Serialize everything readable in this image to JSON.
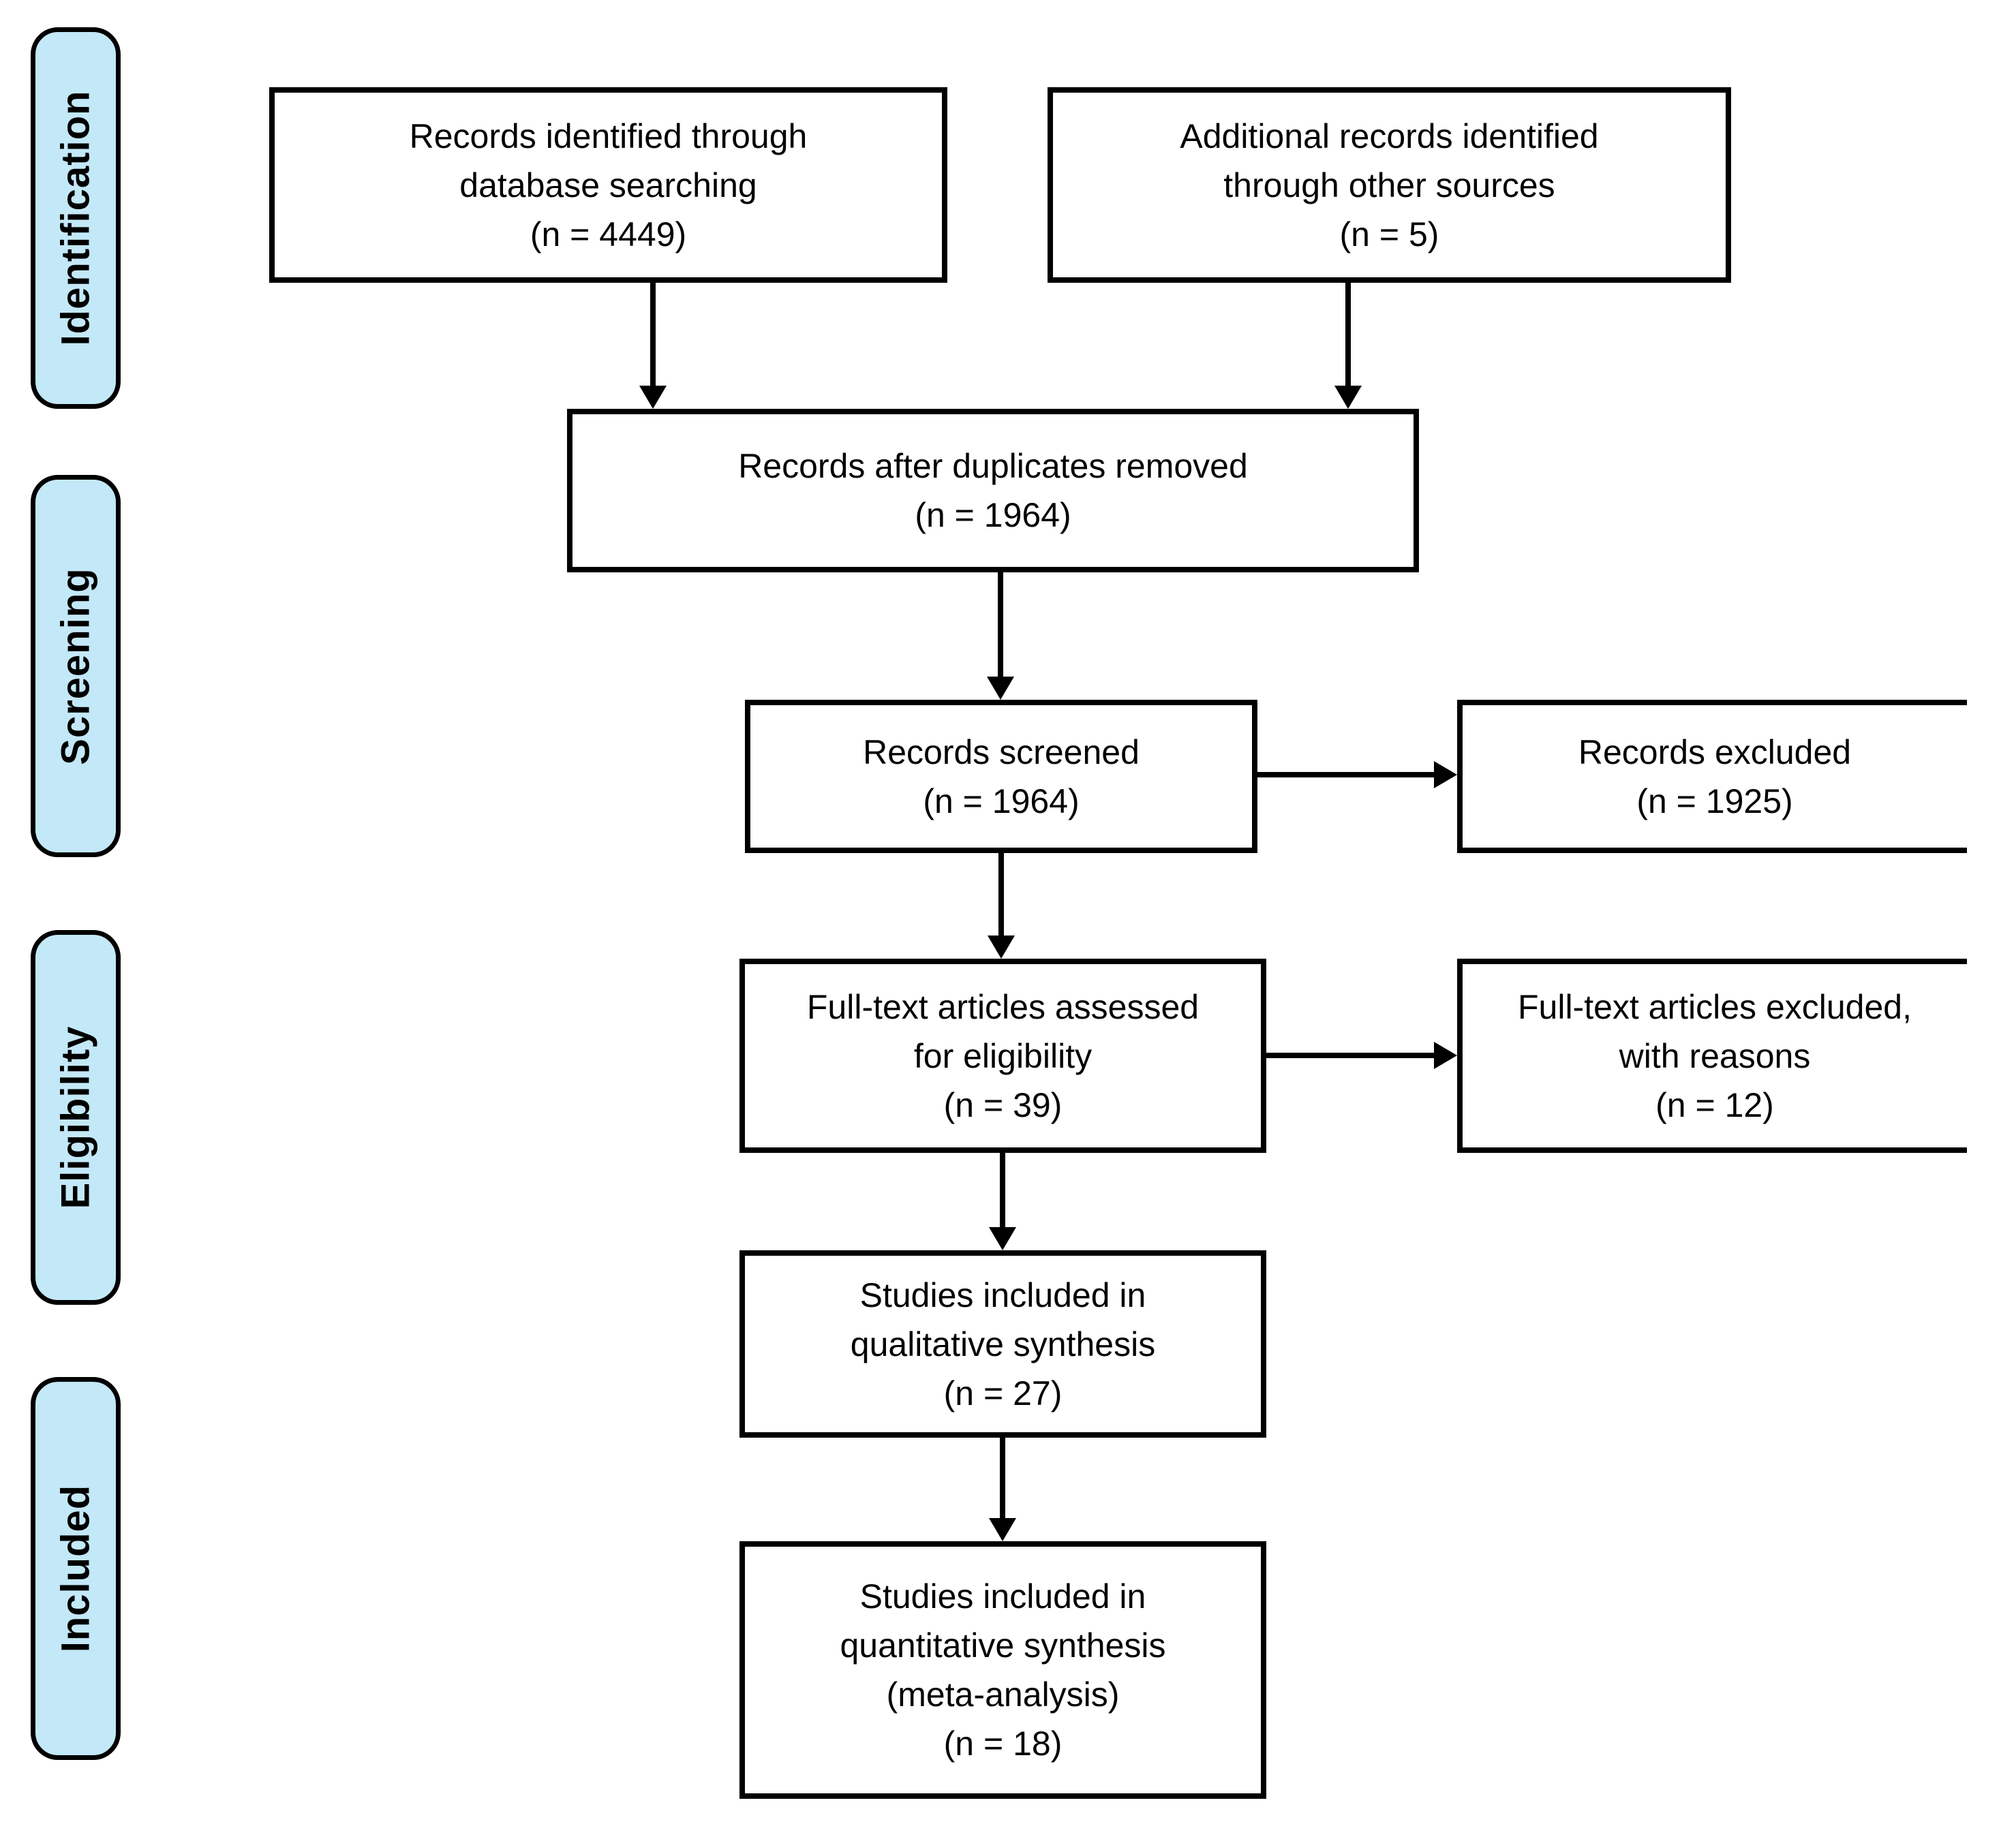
{
  "flowchart": {
    "kind": "PRISMA flow diagram",
    "stages": [
      {
        "id": "identification",
        "label": "Identification"
      },
      {
        "id": "screening",
        "label": "Screening"
      },
      {
        "id": "eligibility",
        "label": "Eligibility"
      },
      {
        "id": "included",
        "label": "Included"
      }
    ],
    "boxes": {
      "records_identified": {
        "text": "Records identified through\ndatabase searching\n(n = 4449)",
        "n": 4449
      },
      "additional_records": {
        "text": "Additional records identified\nthrough other sources\n(n = 5)",
        "n": 5
      },
      "duplicates_removed": {
        "text": "Records after duplicates removed\n(n = 1964)",
        "n": 1964
      },
      "records_screened": {
        "text": "Records screened\n(n = 1964)",
        "n": 1964
      },
      "records_excluded": {
        "text": "Records excluded\n(n = 1925)",
        "n": 1925
      },
      "fulltext_assessed": {
        "text": "Full-text articles assessed\nfor eligibility\n(n = 39)",
        "n": 39
      },
      "fulltext_excluded": {
        "text": "Full-text articles excluded,\nwith reasons\n(n = 12)",
        "n": 12
      },
      "qualitative_included": {
        "text": "Studies included in\nqualitative synthesis\n(n = 27)",
        "n": 27
      },
      "quantitative_included": {
        "text": "Studies included in\nquantitative synthesis\n(meta-analysis)\n(n = 18)",
        "n": 18
      }
    },
    "connections": [
      {
        "from": "records_identified",
        "to": "duplicates_removed"
      },
      {
        "from": "additional_records",
        "to": "duplicates_removed"
      },
      {
        "from": "duplicates_removed",
        "to": "records_screened"
      },
      {
        "from": "records_screened",
        "to": "records_excluded"
      },
      {
        "from": "records_screened",
        "to": "fulltext_assessed"
      },
      {
        "from": "fulltext_assessed",
        "to": "fulltext_excluded"
      },
      {
        "from": "fulltext_assessed",
        "to": "qualitative_included"
      },
      {
        "from": "qualitative_included",
        "to": "quantitative_included"
      }
    ],
    "colors": {
      "stage_fill": "#C3E8F7",
      "line": "#000000",
      "box_fill": "#FFFFFF"
    }
  }
}
